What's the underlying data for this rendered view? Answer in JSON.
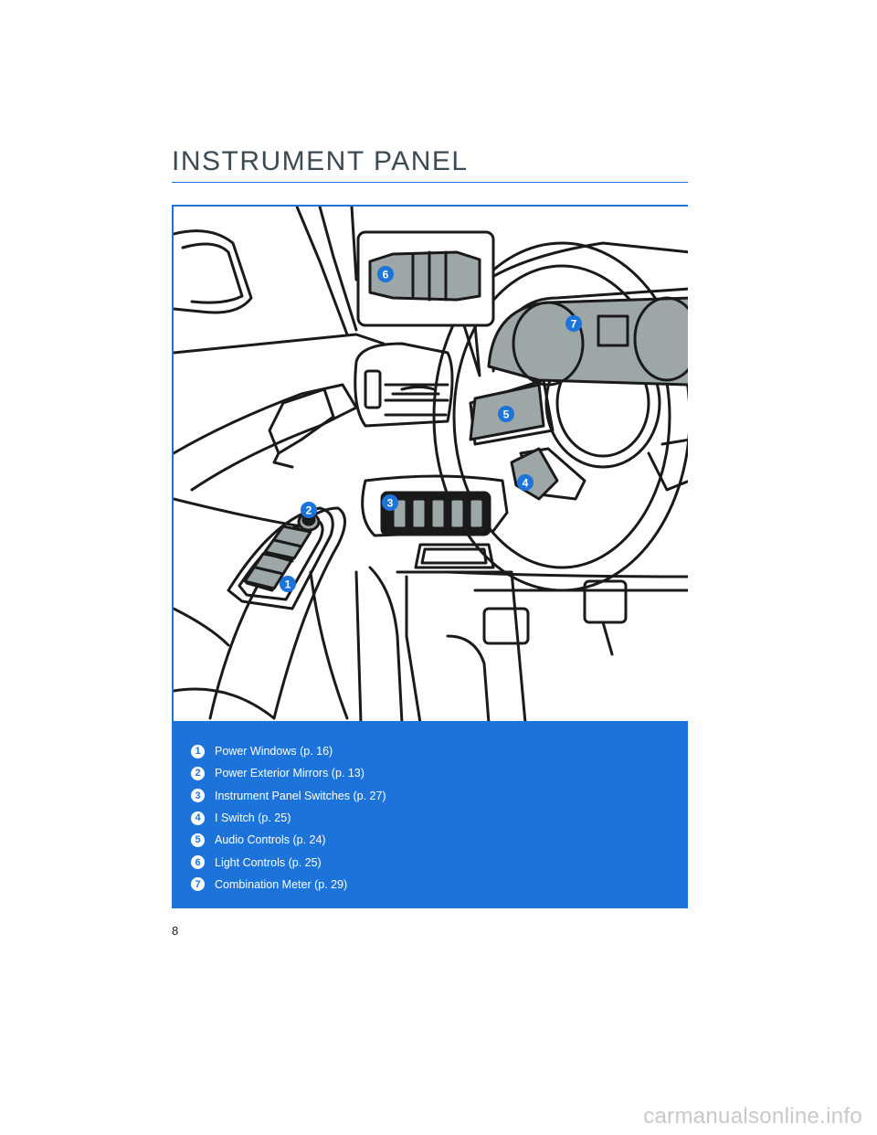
{
  "page": {
    "title": "INSTRUMENT PANEL",
    "page_number": "8",
    "watermark": "carmanualsonline.info"
  },
  "colors": {
    "accent": "#1c73d9",
    "control_fill": "#9ea7a7",
    "line": "#1a1a1a"
  },
  "callouts": [
    {
      "num": "1",
      "label": "Power Windows (p. 16)",
      "target": "power-windows"
    },
    {
      "num": "2",
      "label": "Power Exterior Mirrors (p. 13)",
      "target": "power-exterior-mirrors"
    },
    {
      "num": "3",
      "label": "Instrument Panel Switches (p. 27)",
      "target": "instrument-panel-switches"
    },
    {
      "num": "4",
      "label": "I Switch (p. 25)",
      "target": "i-switch"
    },
    {
      "num": "5",
      "label": "Audio Controls (p. 24)",
      "target": "audio-controls"
    },
    {
      "num": "6",
      "label": "Light Controls (p. 25)",
      "target": "light-controls"
    },
    {
      "num": "7",
      "label": "Combination Meter (p. 29)",
      "target": "combination-meter"
    }
  ]
}
